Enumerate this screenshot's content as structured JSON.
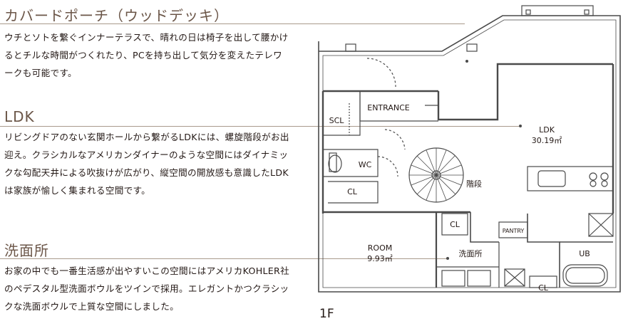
{
  "sections": [
    {
      "title": "カバードポーチ（ウッドデッキ）",
      "body": "ウチとソトを繋ぐインナーテラスで、晴れの日は椅子を出して腰かけるとチルな時間がつくれたり、PCを持ち出して気分を変えたテレワークも可能です。"
    },
    {
      "title": "LDK",
      "body": "リビングドアのない玄関ホールから繋がるLDKには、螺旋階段がお出迎え。クラシカルなアメリカンダイナーのような空間にはダイナミックな勾配天井による吹抜けが広がり、縦空間の開放感も意識したLDKは家族が愉しく集まれる空間です。"
    },
    {
      "title": "洗面所",
      "body": "お家の中でも一番生活感が出やすいこの空間にはアメリカKOHLER社のペデスタル型洗面ボウルをツインで採用。エレガントかつクラシックな洗面ボウルで上質な空間にしました。"
    }
  ],
  "floor_plan": {
    "floor": "1F",
    "rooms": {
      "entrance": "ENTRANCE",
      "scl": "SCL",
      "wc": "WC",
      "cl_left": "CL",
      "ldk": "LDK",
      "ldk_area": "30.19㎡",
      "stairs": "階段",
      "cl_mid": "CL",
      "pantry": "PANTRY",
      "room": "ROOM",
      "room_area": "9.93㎡",
      "washroom": "洗面所",
      "ub": "UB",
      "cl_bottom": "CL"
    }
  },
  "colors": {
    "title": "#6b5648",
    "leader_line": "#a99a8c",
    "plan_line": "#4a4a4a"
  }
}
